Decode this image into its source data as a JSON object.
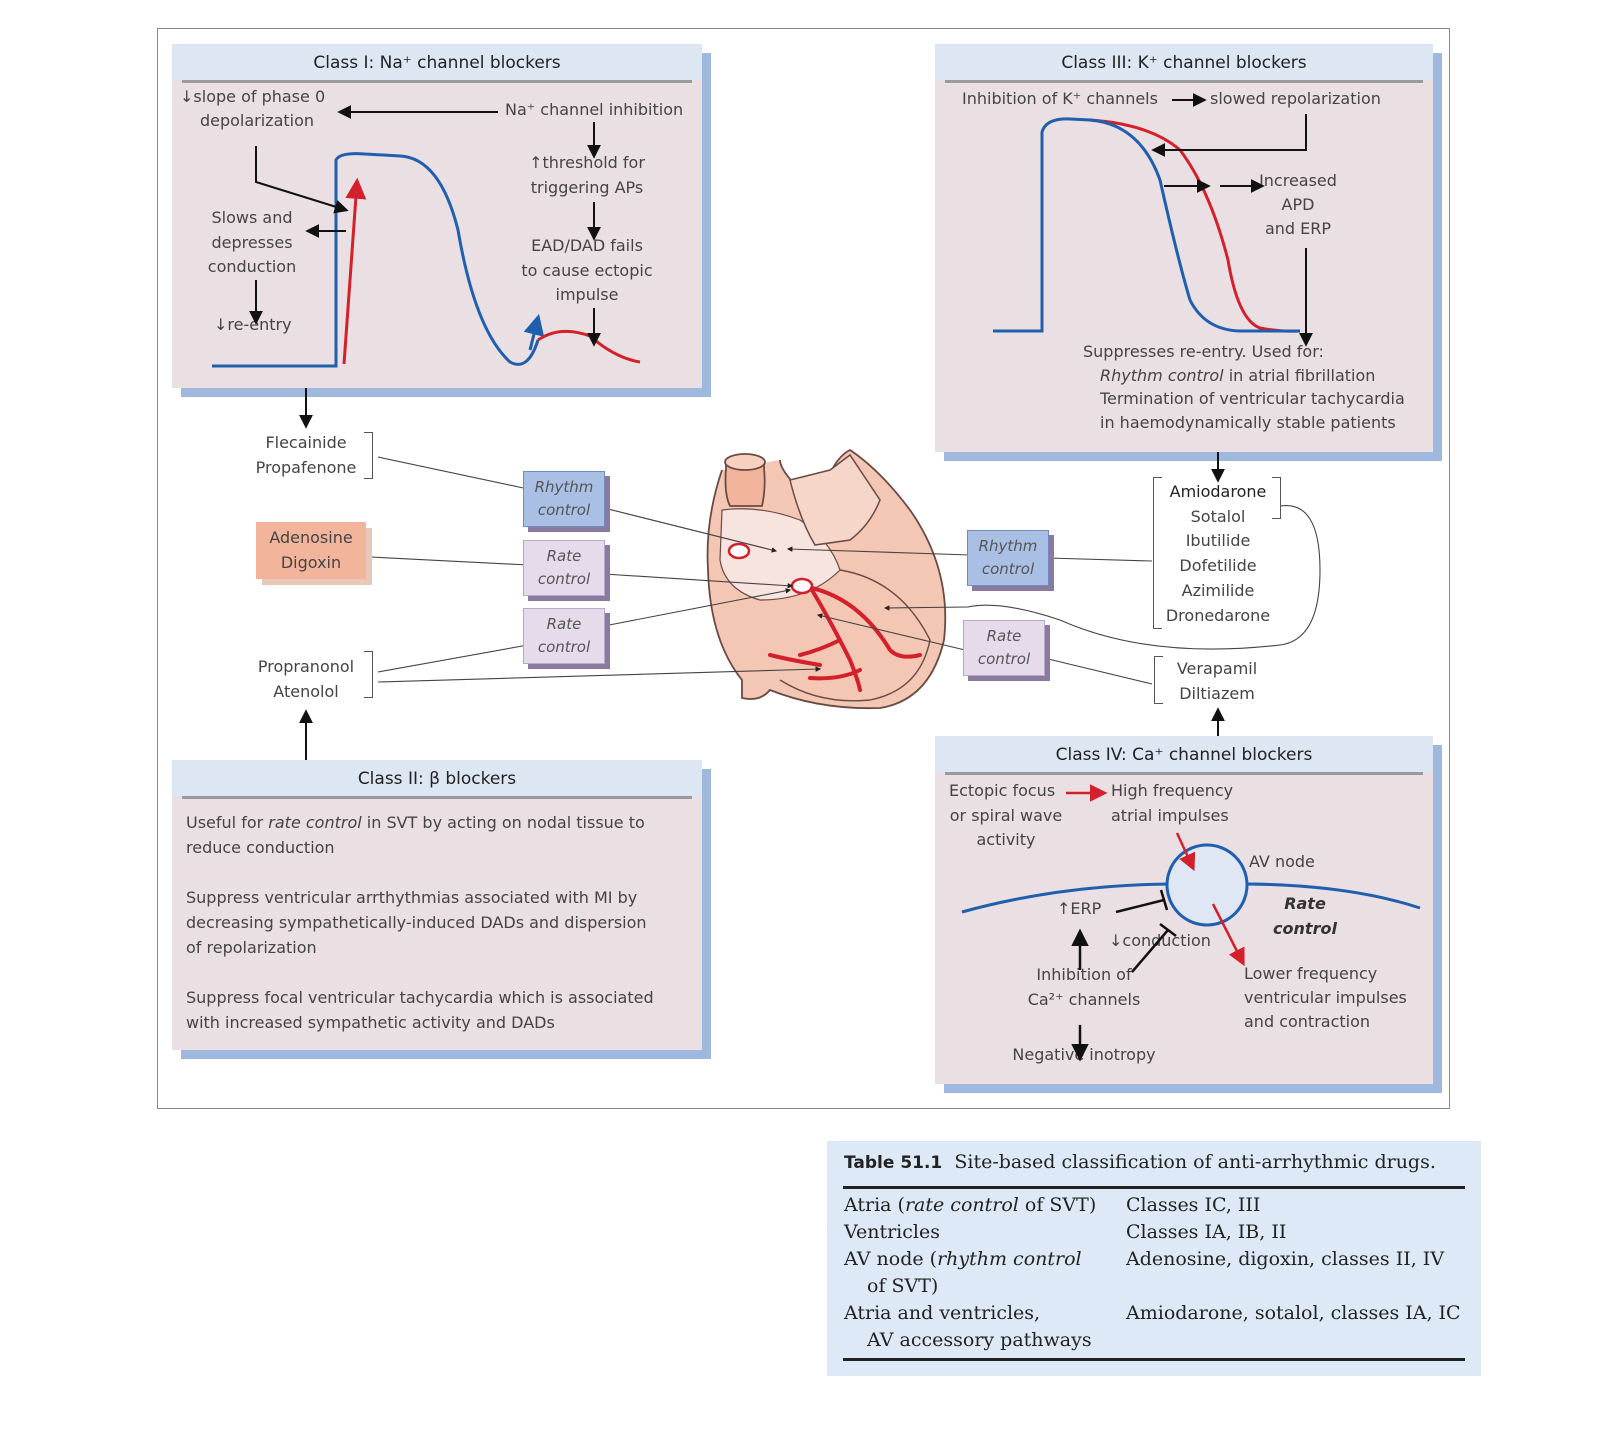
{
  "class1": {
    "title": "Class I: Na⁺ channel blockers",
    "slope": "↓slope of phase 0",
    "slope2": "depolarization",
    "inhibition": "Na⁺ channel inhibition",
    "threshold": "↑threshold for",
    "threshold2": "triggering APs",
    "slows": "Slows and",
    "slows2": "depresses",
    "slows3": "conduction",
    "reentry": "↓re-entry",
    "ead": "EAD/DAD fails",
    "ead2": "to cause ectopic",
    "ead3": "impulse"
  },
  "class3": {
    "title": "Class III: K⁺ channel blockers",
    "inhibition": "Inhibition of K⁺ channels",
    "slowed": "slowed repolarization",
    "increased": "Increased",
    "apd": "APD",
    "erp": "and ERP",
    "suppresses": "Suppresses re-entry. Used for:",
    "rhythm_em": "Rhythm control",
    "rhythm_rest": " in atrial fibrillation",
    "termination": "Termination of ventricular tachycardia",
    "stable": "in haemodynamically stable patients"
  },
  "class2": {
    "title": "Class II: β blockers",
    "p1a": "Useful for ",
    "p1em": "rate control",
    "p1b": " in SVT by acting on nodal tissue to",
    "p1c": "reduce conduction",
    "p2a": "Suppress ventricular arrthythmias associated with MI by",
    "p2b": "decreasing sympathetically-induced DADs and dispersion",
    "p2c": "of repolarization",
    "p3a": "Suppress focal ventricular tachycardia which is associated",
    "p3b": "with increased sympathetic activity and DADs"
  },
  "class4": {
    "title": "Class IV: Ca⁺ channel blockers",
    "ectopic1": "Ectopic focus",
    "ectopic2": "or spiral wave",
    "ectopic3": "activity",
    "highfreq1": "High frequency",
    "highfreq2": "atrial impulses",
    "avnode": "AV node",
    "rate1": "Rate",
    "rate2": "control",
    "erp": "↑ERP",
    "conduction": "↓conduction",
    "inhib1": "Inhibition of",
    "inhib2": "Ca²⁺ channels",
    "lower1": "Lower frequency",
    "lower2": "ventricular impulses",
    "lower3": "and contraction",
    "inotropy": "Negative inotropy"
  },
  "drugs": {
    "flecainide": "Flecainide",
    "propafenone": "Propafenone",
    "adenosine": "Adenosine",
    "digoxin": "Digoxin",
    "propranolol": "Propranonol",
    "atenolol": "Atenolol",
    "amiodarone": "Amiodarone",
    "sotalol": "Sotalol",
    "ibutilide": "Ibutilide",
    "dofetilide": "Dofetilide",
    "azimilide": "Azimilide",
    "dronedarone": "Dronedarone",
    "verapamil": "Verapamil",
    "diltiazem": "Diltiazem"
  },
  "controls": {
    "rhythm1": "Rhythm",
    "rhythm2": "control",
    "rate1": "Rate",
    "rate2": "control"
  },
  "table": {
    "label": "Table 51.1",
    "title": "Site-based classification of anti-arrhythmic drugs.",
    "rows": [
      {
        "site_a": "Atria (",
        "site_em": "rate control",
        "site_b": " of SVT)",
        "site_2": "",
        "drugs": "Classes IC, III"
      },
      {
        "site_a": "Ventricles",
        "site_em": "",
        "site_b": "",
        "site_2": "",
        "drugs": "Classes IA, IB, II"
      },
      {
        "site_a": "AV node (",
        "site_em": "rhythm control",
        "site_b": "",
        "site_2": "of SVT)",
        "drugs": "Adenosine, digoxin, classes II, IV"
      },
      {
        "site_a": "Atria and ventricles,",
        "site_em": "",
        "site_b": "",
        "site_2": "AV accessory pathways",
        "drugs": "Amiodarone, sotalol, classes IA, IC"
      }
    ]
  },
  "colors": {
    "panel": "#eadfe3",
    "panel_shadow": "#9fb8de",
    "blue_curve": "#1f5fae",
    "red_curve": "#d4202a",
    "table_bg": "#dde9f6"
  }
}
